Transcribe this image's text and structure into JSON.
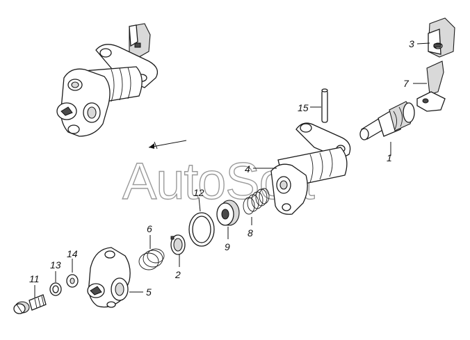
{
  "watermark": {
    "text": "AutoSoft"
  },
  "callouts": [
    {
      "id": "c1",
      "text": "1"
    },
    {
      "id": "c2",
      "text": "2"
    },
    {
      "id": "c3",
      "text": "3"
    },
    {
      "id": "c4",
      "text": "4"
    },
    {
      "id": "c5",
      "text": "5"
    },
    {
      "id": "c6",
      "text": "6"
    },
    {
      "id": "c7",
      "text": "7"
    },
    {
      "id": "c8",
      "text": "8"
    },
    {
      "id": "c9",
      "text": "9"
    },
    {
      "id": "c11",
      "text": "11"
    },
    {
      "id": "c12",
      "text": "12"
    },
    {
      "id": "c13",
      "text": "13"
    },
    {
      "id": "c14",
      "text": "14"
    },
    {
      "id": "c15",
      "text": "15"
    }
  ]
}
